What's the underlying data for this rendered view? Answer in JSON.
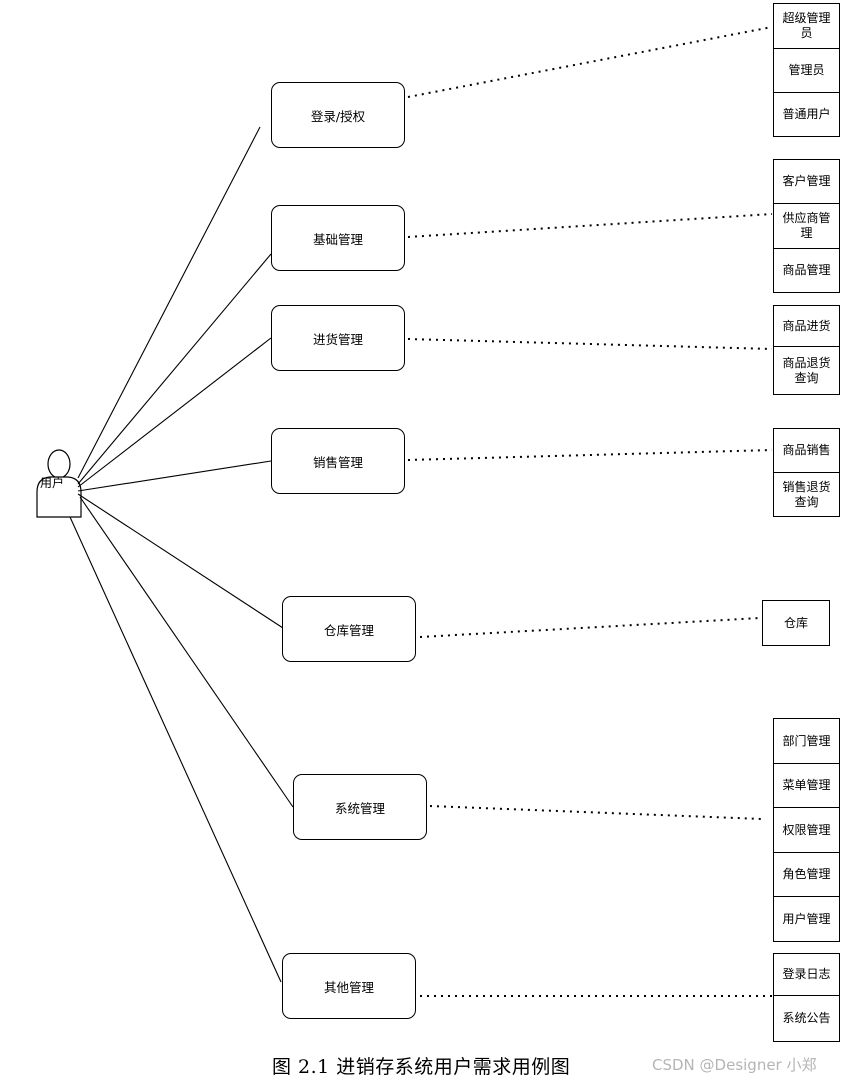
{
  "actor": {
    "label": "用户",
    "icon": "person-icon"
  },
  "modules": [
    {
      "label": "登录/授权"
    },
    {
      "label": "基础管理"
    },
    {
      "label": "进货管理"
    },
    {
      "label": "销售管理"
    },
    {
      "label": "仓库管理"
    },
    {
      "label": "系统管理"
    },
    {
      "label": "其他管理"
    }
  ],
  "groups": [
    {
      "items": [
        "超级管理员",
        "管理员",
        "普通用户"
      ]
    },
    {
      "items": [
        "客户管理",
        "供应商管理",
        "商品管理"
      ]
    },
    {
      "items": [
        "商品进货",
        "商品退货查询"
      ]
    },
    {
      "items": [
        "商品销售",
        "销售退货查询"
      ]
    },
    {
      "items": [
        "仓库"
      ]
    },
    {
      "items": [
        "部门管理",
        "菜单管理",
        "权限管理",
        "角色管理",
        "用户管理"
      ]
    },
    {
      "items": [
        "登录日志",
        "系统公告"
      ]
    }
  ],
  "caption": "图 2.1 进销存系统用户需求用例图",
  "watermark": "CSDN @Designer 小郑"
}
